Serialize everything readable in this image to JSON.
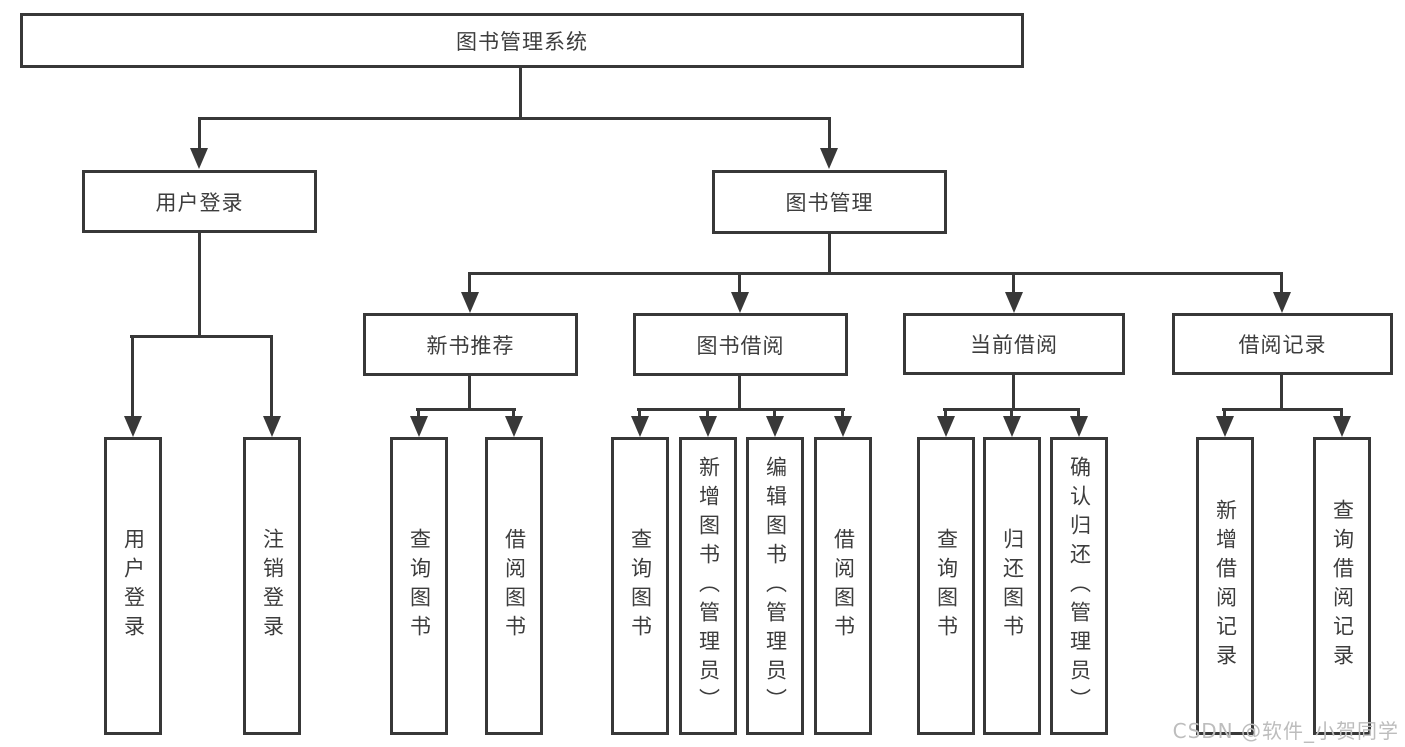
{
  "diagram_title": "图书管理系统",
  "watermark": "CSDN @软件_小贺同学",
  "colors": {
    "line": "#383838",
    "text": "#3d3d3d",
    "background": "#ffffff",
    "watermark": "#bdbdbd"
  },
  "nodes": {
    "root": "图书管理系统",
    "level2": {
      "user_login": "用户登录",
      "book_management": "图书管理"
    },
    "level3": {
      "new_book_recommend": "新书推荐",
      "book_borrow": "图书借阅",
      "current_borrow": "当前借阅",
      "borrow_record": "借阅记录"
    },
    "leaves": {
      "user_login_children": [
        "用户登录",
        "注销登录"
      ],
      "new_book_recommend_children": [
        "查询图书",
        "借阅图书"
      ],
      "book_borrow_children": [
        "查询图书",
        "新增图书（管理员）",
        "编辑图书（管理员）",
        "借阅图书"
      ],
      "current_borrow_children": [
        "查询图书",
        "归还图书",
        "确认归还（管理员）"
      ],
      "borrow_record_children": [
        "新增借阅记录",
        "查询借阅记录"
      ]
    }
  }
}
